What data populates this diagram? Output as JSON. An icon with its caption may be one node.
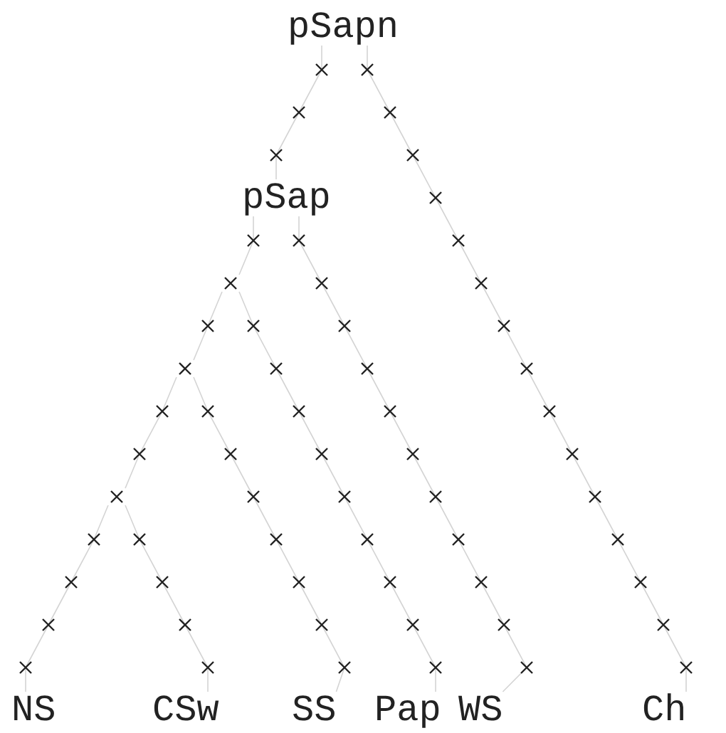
{
  "diagram": {
    "nodes": [
      {
        "text": [
          "pSapn"
        ]
      },
      {
        "text": [
          "pSap"
        ]
      },
      {
        "text": [],
        "shape": "cross"
      },
      {
        "text": [],
        "shape": "cross"
      },
      {
        "text": [],
        "shape": "cross"
      },
      {
        "text": [
          "NS"
        ]
      },
      {
        "text": [
          "CSw"
        ]
      },
      {
        "text": [
          "SS"
        ]
      },
      {
        "text": [
          "Pap"
        ]
      },
      {
        "text": [
          "WS"
        ]
      },
      {
        "text": [
          "Ch"
        ]
      }
    ],
    "edges": [
      {
        "from": 0,
        "to": 1,
        "arrow": "none"
      },
      {
        "from": 0,
        "to": 10,
        "arrow": "none"
      },
      {
        "from": 1,
        "to": 2,
        "arrow": "none"
      },
      {
        "from": 1,
        "to": 9,
        "arrow": "none"
      },
      {
        "from": 2,
        "to": 8,
        "arrow": "none"
      },
      {
        "from": 2,
        "to": 3,
        "arrow": "none"
      },
      {
        "from": 3,
        "to": 7,
        "arrow": "none"
      },
      {
        "from": 3,
        "to": 4,
        "arrow": "none"
      },
      {
        "from": 4,
        "to": 6,
        "arrow": "none"
      },
      {
        "from": 4,
        "to": 5,
        "arrow": "none"
      }
    ]
  }
}
